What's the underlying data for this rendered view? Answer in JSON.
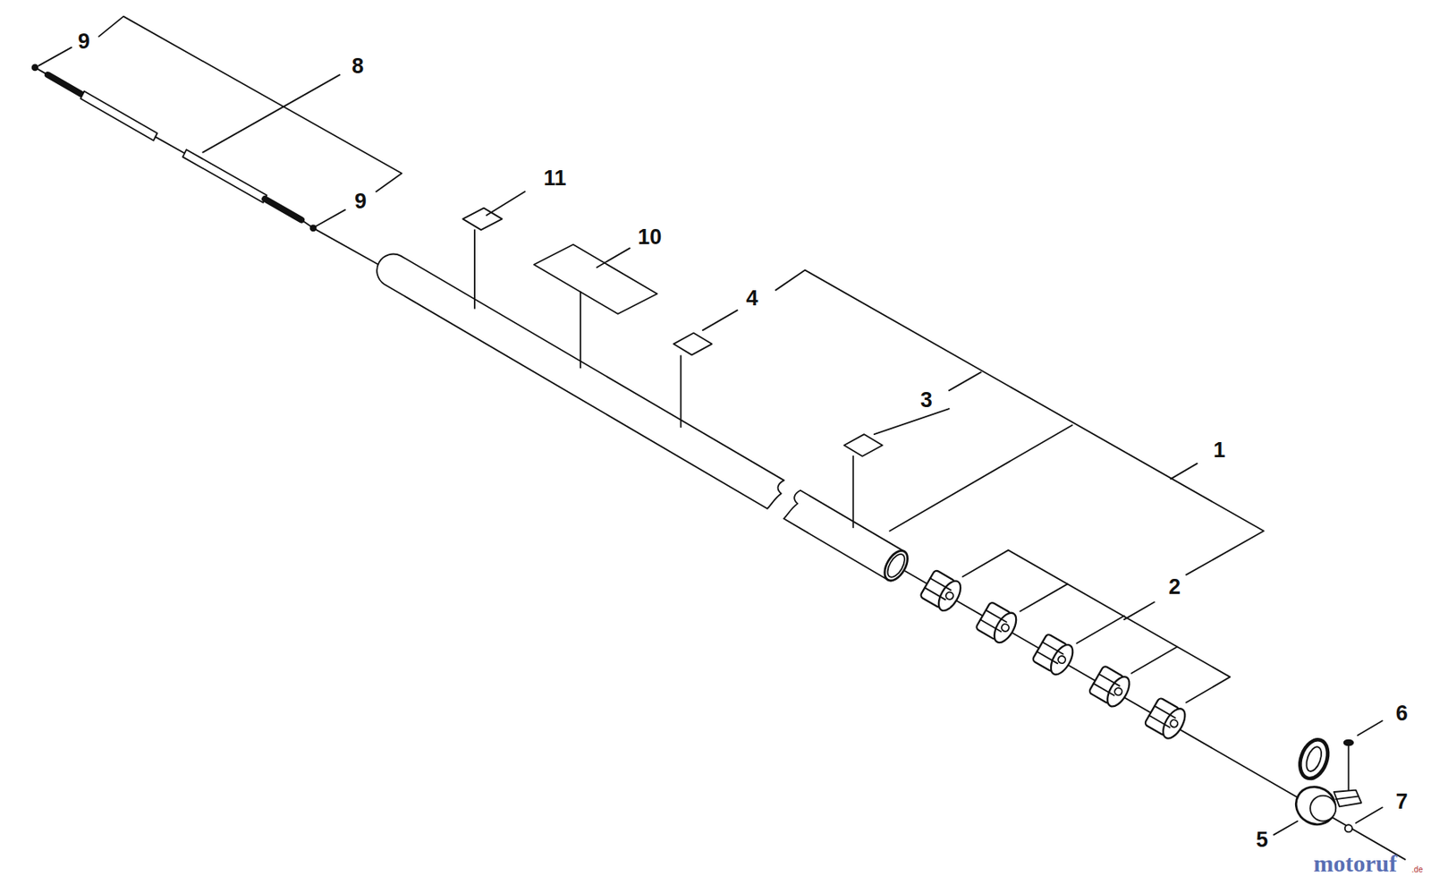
{
  "diagram": {
    "labels": [
      "9",
      "8",
      "9",
      "11",
      "10",
      "4",
      "3",
      "1",
      "2",
      "6",
      "7",
      "5",
      "motoruf",
      ".de"
    ]
  }
}
